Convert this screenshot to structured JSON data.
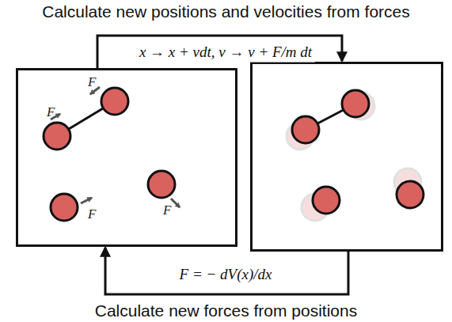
{
  "diagram": {
    "title": "Calculate new positions and velocities from forces",
    "caption": "Calculate new forces from positions",
    "nodes": [
      {
        "text": [
          "F",
          "F",
          "F",
          "F"
        ]
      },
      {
        "text": []
      }
    ],
    "edges": [
      {
        "from": 0,
        "to": 1,
        "arrow": "to",
        "label": "x → x + vdt, v → v + F/m dt"
      },
      {
        "from": 1,
        "to": 0,
        "arrow": "to",
        "label": "F = − dV(x)/dx"
      }
    ]
  }
}
